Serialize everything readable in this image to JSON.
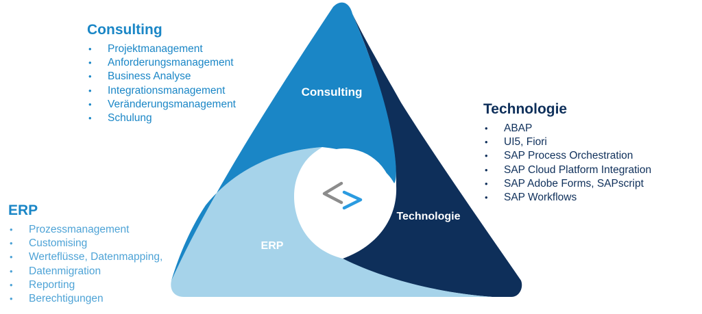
{
  "colors": {
    "consulting_segment": "#1a86c6",
    "technologie_segment": "#0e2f5a",
    "erp_segment": "#a6d3ea",
    "logo_gray": "#8c8c8c",
    "logo_blue": "#2b9be0"
  },
  "diagram": {
    "consulting_label": "Consulting",
    "technologie_label": "Technologie",
    "erp_label": "ERP",
    "center_logo_icon": "code-brackets-icon"
  },
  "consulting": {
    "heading": "Consulting",
    "items": [
      "Projektmanagement",
      "Anforderungsmanagement",
      "Business Analyse",
      "Integrationsmanagement",
      "Veränderungsmanagement",
      "Schulung"
    ]
  },
  "technologie": {
    "heading": "Technologie",
    "items": [
      "ABAP",
      "UI5, Fiori",
      "SAP Process Orchestration",
      "SAP Cloud Platform Integration",
      "SAP Adobe Forms, SAPscript",
      "SAP Workflows"
    ]
  },
  "erp": {
    "heading": "ERP",
    "items": [
      "Prozessmanagement",
      "Customising",
      "Werteflüsse, Datenmapping,",
      "Datenmigration",
      "Reporting",
      "Berechtigungen"
    ]
  }
}
